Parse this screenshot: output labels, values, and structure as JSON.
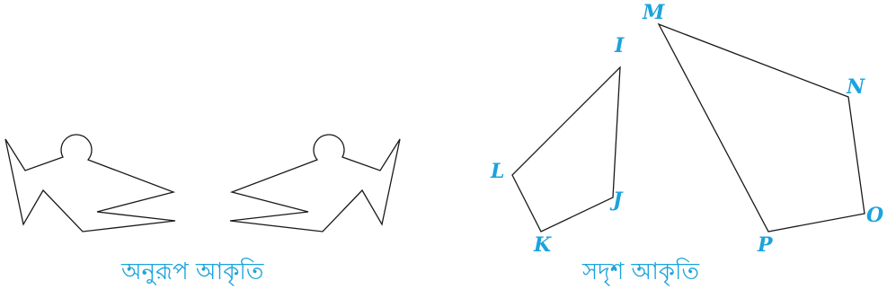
{
  "colors": {
    "label": "#1ba3dc",
    "stroke": "#1a1a1a"
  },
  "captions": {
    "congruent": "অনুরূপ আকৃতি",
    "similar": "সদৃশ আকৃতি"
  },
  "quad_small": {
    "vertices": [
      "I",
      "J",
      "K",
      "L"
    ]
  },
  "quad_large": {
    "vertices": [
      "M",
      "N",
      "O",
      "P"
    ]
  }
}
